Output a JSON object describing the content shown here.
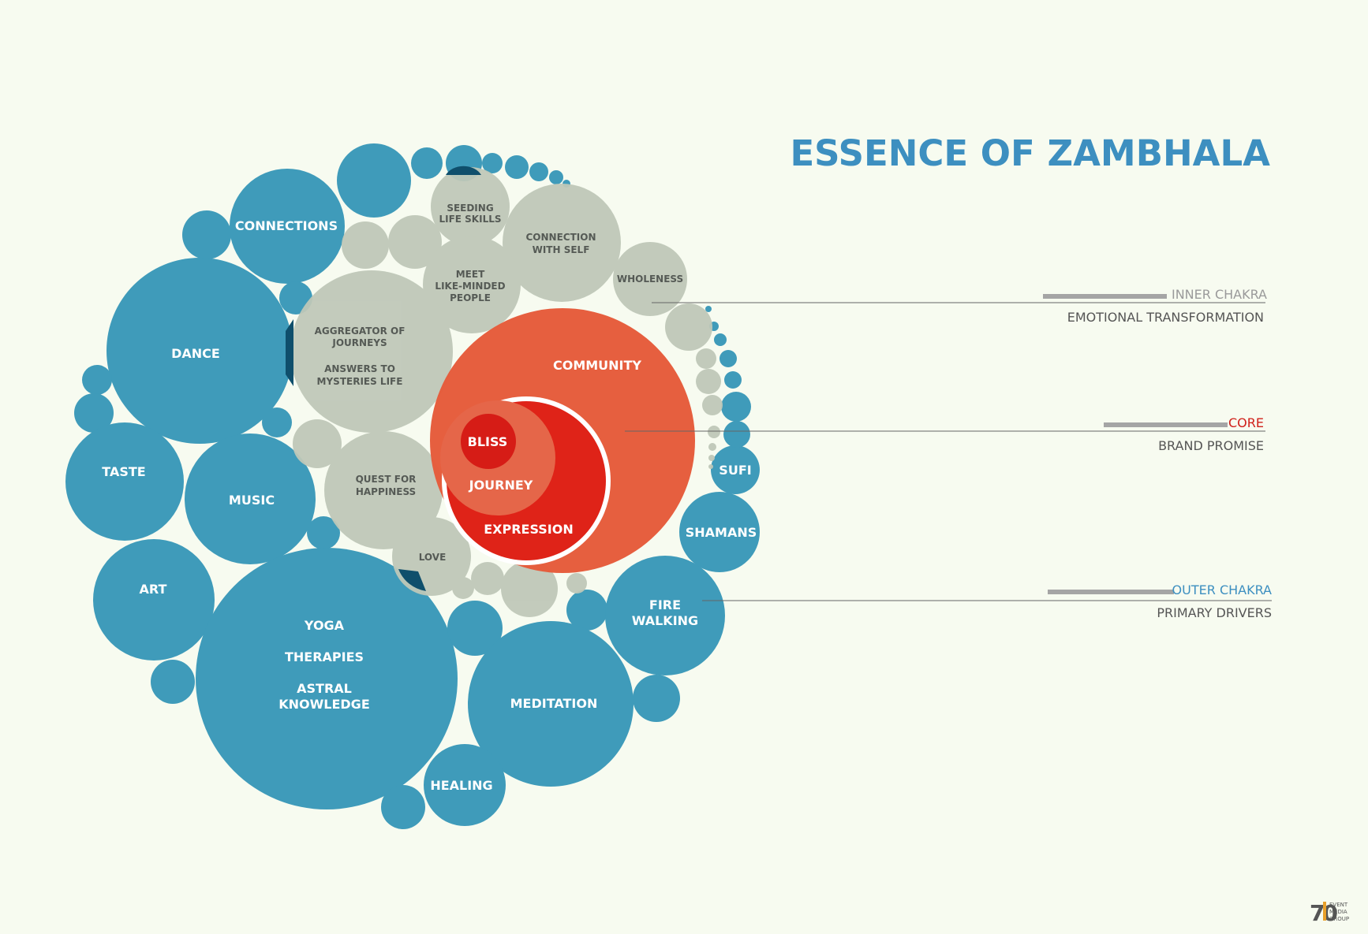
{
  "title": "ESSENCE OF ZAMBHALA",
  "colors": {
    "background": "#f7fbf0",
    "outer": "#3f9bba",
    "outer_dark": "#0f4f6c",
    "inner": "#bfc8b8",
    "core": "#e65c3b",
    "core_deep": "#df2318",
    "core_mid": "#e56649",
    "core_bliss": "#d61c16",
    "title": "#3d8fc0",
    "legend_gray": "#9a9a9a",
    "legend_red": "#d0201a",
    "legend_blue": "#3d8fc0",
    "legend_sub": "#555555"
  },
  "legend": {
    "inner": {
      "heading": "INNER CHAKRA",
      "sub": "EMOTIONAL TRANSFORMATION"
    },
    "core": {
      "heading": "CORE",
      "sub": "BRAND PROMISE"
    },
    "outer": {
      "heading": "OUTER CHAKRA",
      "sub": "PRIMARY DRIVERS"
    }
  },
  "outer_labels": {
    "connections": "CONNECTIONS",
    "dance": "DANCE",
    "taste": "TASTE",
    "music": "MUSIC",
    "art": "ART",
    "yoga": "YOGA",
    "therapies": "THERAPIES",
    "astral_1": "ASTRAL",
    "astral_2": "KNOWLEDGE",
    "meditation": "MEDITATION",
    "healing": "HEALING",
    "fire_1": "FIRE",
    "fire_2": "WALKING",
    "shamans": "SHAMANS",
    "sufi": "SUFI"
  },
  "inner_labels": {
    "seeding_1": "SEEDING",
    "seeding_2": "LIFE SKILLS",
    "connection_self_1": "CONNECTION",
    "connection_self_2": "WITH SELF",
    "meet_1": "MEET",
    "meet_2": "LIKE-MINDED",
    "meet_3": "PEOPLE",
    "wholeness": "WHOLENESS",
    "aggregator_1": "AGGREGATOR OF",
    "aggregator_2": "JOURNEYS",
    "answers_1": "ANSWERS TO",
    "answers_2": "MYSTERIES LIFE",
    "quest_1": "QUEST FOR",
    "quest_2": "HAPPINESS",
    "love": "LOVE"
  },
  "core_labels": {
    "community": "COMMUNITY",
    "bliss": "BLISS",
    "journey": "JOURNEY",
    "expression": "EXPRESSION"
  },
  "logo": {
    "number": "70",
    "line1": "EVENT",
    "line2": "MEDIA",
    "line3": "GROUP"
  }
}
